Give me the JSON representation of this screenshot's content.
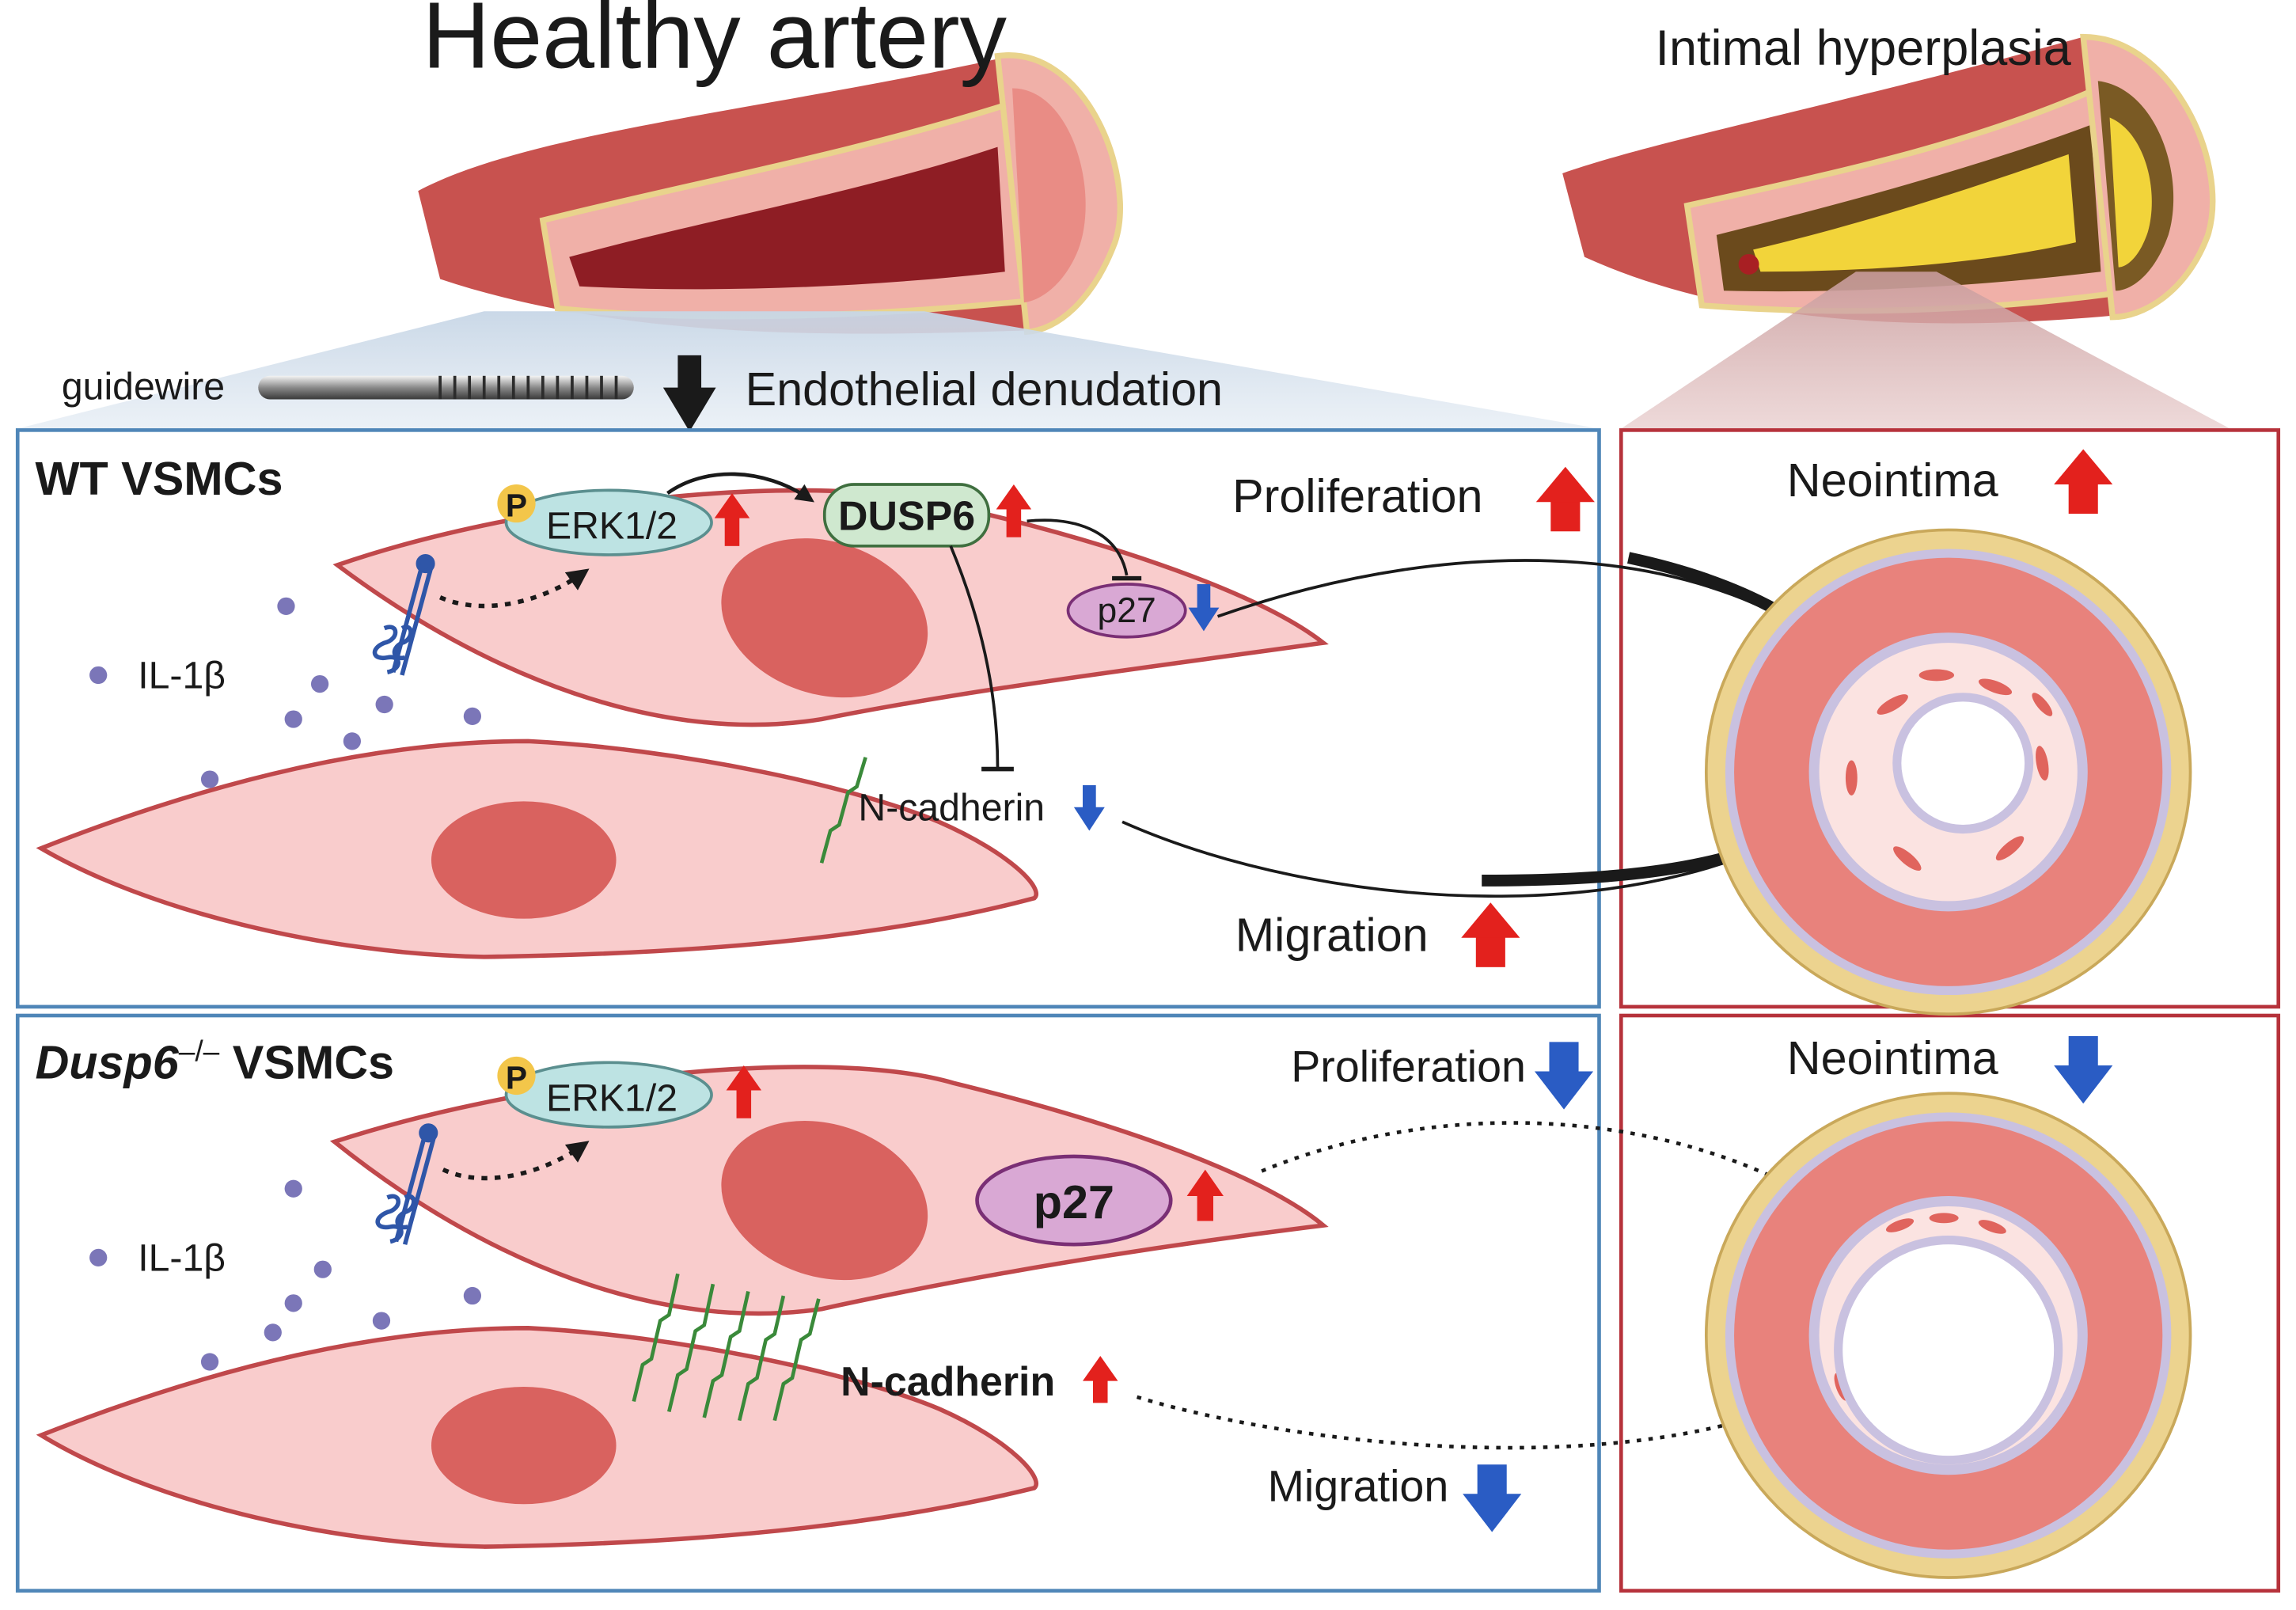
{
  "top": {
    "healthy_title": "Healthy artery",
    "hyperplasia_title": "Intimal hyperplasia",
    "guidewire_label": "guidewire",
    "denudation_label": "Endothelial denudation"
  },
  "wt_panel": {
    "title": "WT VSMCs",
    "il1b": "IL-1β",
    "phospho": "P",
    "erk": "ERK1/2",
    "dusp6": "DUSP6",
    "p27": "p27",
    "ncadherin": "N-cadherin",
    "proliferation": "Proliferation",
    "migration": "Migration",
    "neointima": "Neointima"
  },
  "ko_panel": {
    "title_italic": "Dusp6",
    "title_superscript": "–/–",
    "title_rest": " VSMCs",
    "il1b": "IL-1β",
    "phospho": "P",
    "erk": "ERK1/2",
    "p27": "p27",
    "ncadherin": "N-cadherin",
    "proliferation": "Proliferation",
    "migration": "Migration",
    "neointima": "Neointima"
  },
  "colors": {
    "panel_blue": "#4f86b8",
    "panel_red": "#b6323b",
    "up_arrow": "#e3211d",
    "down_arrow": "#2a5cc4",
    "cell_fill": "#f9cccc",
    "cell_stroke": "#c0484b",
    "nucleus": "#d9625f",
    "erk_fill": "#bde3e3",
    "dusp6_fill": "#cfe8cf",
    "p27_fill": "#d9a8d4",
    "phospho_fill": "#f3c64a",
    "adventitia": "#ecd38f",
    "media": "#e8827c",
    "elastic_lamina": "#c9c1e0"
  },
  "icons": [
    "up-arrow",
    "down-arrow",
    "receptor",
    "ligand-dot",
    "cadherin-junction",
    "artery",
    "cross-section"
  ]
}
